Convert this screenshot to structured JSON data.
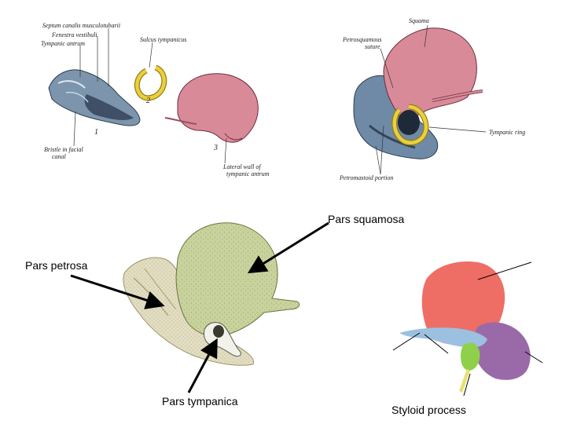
{
  "top_left": {
    "labels": {
      "septum": "Septum canalis musculotubarii",
      "fenestra": "Fenestra vestibuli",
      "tympanic_antrum": "Tympanic antrum",
      "sulcus": "Sulcus tympanicus",
      "bristle_1": "Bristle in facial",
      "bristle_2": "canal",
      "lateral_1": "Lateral wall of",
      "lateral_2": "tympanic antrum",
      "num1": "1",
      "num2": "2",
      "num3": "3"
    }
  },
  "top_right": {
    "labels": {
      "squama": "Squama",
      "petrosquamous_1": "Petrosquamous",
      "petrosquamous_2": "suture",
      "tympanic_ring": "Tympanic ring",
      "petromastoid": "Petromastoid portion"
    }
  },
  "bottom": {
    "labels": {
      "pars_squamosa": "Pars squamosa",
      "pars_petrosa": "Pars petrosa",
      "pars_tympanica": "Pars tympanica",
      "styloid_process": "Styloid process"
    }
  },
  "colors": {
    "gray_bone": "#6e8aa6",
    "pink_bone": "#d98a99",
    "yellow_ring": "#e8d040",
    "green_bone": "#c8d29c",
    "petrosa_bone": "#e2dcc0",
    "salmon": "#ee6e66",
    "purple": "#9a6aa8",
    "light_blue": "#9cc0e0",
    "green_part": "#8ed04a"
  }
}
